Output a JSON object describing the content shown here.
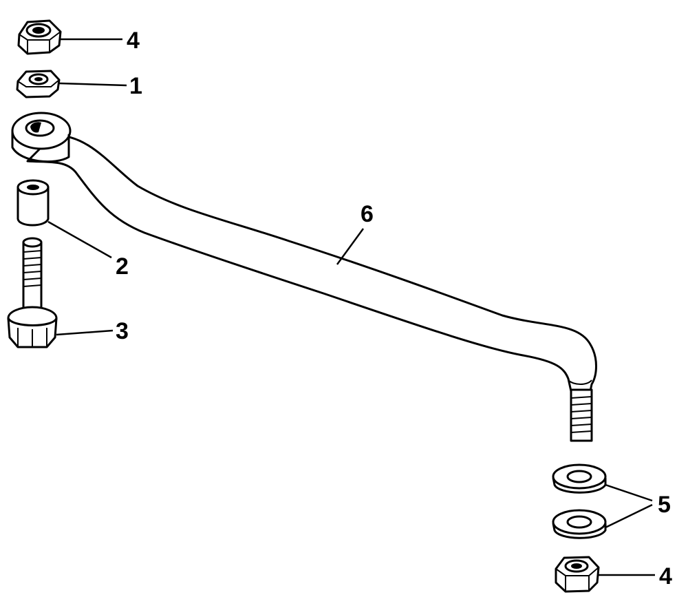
{
  "callouts": {
    "nut_top": "4",
    "hex_nut": "1",
    "spacer": "2",
    "bolt": "3",
    "washers": "5",
    "nut_bottom": "4",
    "steering_link": "6"
  }
}
